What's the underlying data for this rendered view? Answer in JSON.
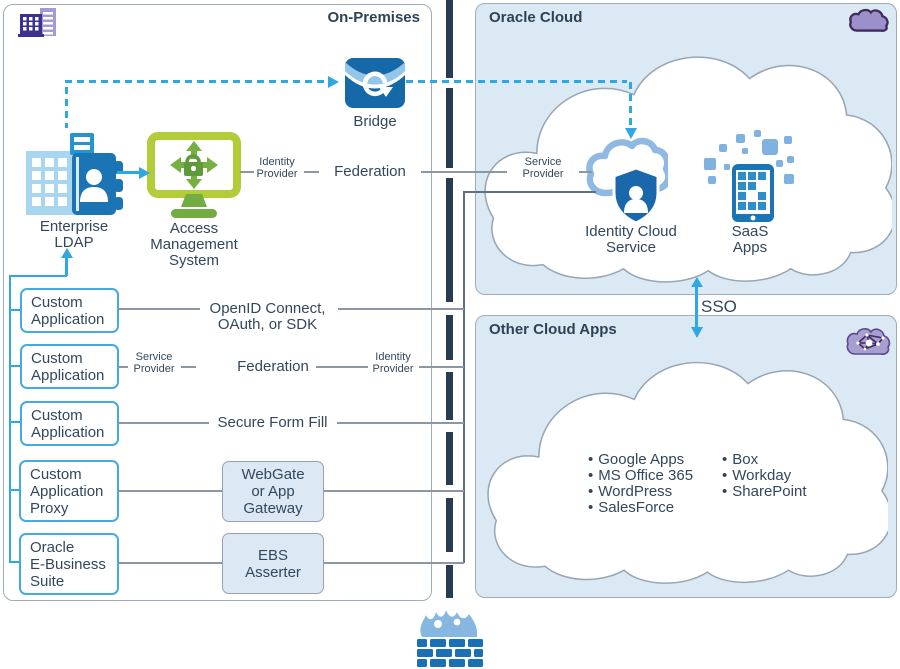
{
  "on_premises": {
    "title": "On-Premises",
    "bridge_label": "Bridge",
    "ldap_label": [
      "Enterprise",
      "LDAP"
    ],
    "ams_label": [
      "Access",
      "Management",
      "System"
    ],
    "app_boxes": [
      {
        "lines": [
          "Custom",
          "Application"
        ]
      },
      {
        "lines": [
          "Custom",
          "Application"
        ]
      },
      {
        "lines": [
          "Custom",
          "Application"
        ]
      },
      {
        "lines": [
          "Custom",
          "Application",
          "Proxy"
        ]
      },
      {
        "lines": [
          "Oracle",
          "E-Business",
          "Suite"
        ]
      }
    ],
    "webgate_box": [
      "WebGate",
      "or App",
      "Gateway"
    ],
    "ebs_box": [
      "EBS",
      "Asserter"
    ]
  },
  "connections": {
    "federation_top": {
      "left_label": [
        "Identity",
        "Provider"
      ],
      "center": "Federation",
      "right_label": [
        "Service",
        "Provider"
      ]
    },
    "openid": [
      "OpenID Connect,",
      "OAuth, or SDK"
    ],
    "federation_mid": {
      "left_label": [
        "Service",
        "Provider"
      ],
      "center": "Federation",
      "right_label": [
        "Identity",
        "Provider"
      ]
    },
    "secure_form_fill": "Secure Form Fill",
    "sso_label": "SSO"
  },
  "oracle_cloud": {
    "title": "Oracle Cloud",
    "ics_label": [
      "Identity Cloud",
      "Service"
    ],
    "saas_label": [
      "SaaS",
      "Apps"
    ]
  },
  "other_cloud_apps": {
    "title": "Other Cloud Apps",
    "col1": [
      "Google Apps",
      "MS Office 365",
      "WordPress",
      "SalesForce"
    ],
    "col2": [
      "Box",
      "Workday",
      "SharePoint"
    ]
  },
  "colors": {
    "accent_blue": "#2fa8e1",
    "dark_blue": "#1b6fae",
    "light_panel": "#dbe9f5",
    "navy_text": "#33475c",
    "firewall_wall": "#273c52",
    "green": "#a9c83d",
    "purple": "#9c90ca"
  }
}
